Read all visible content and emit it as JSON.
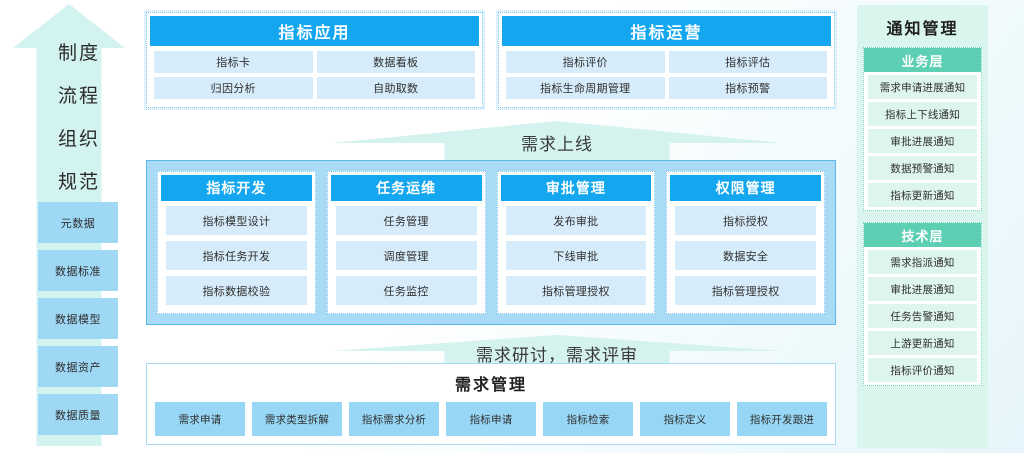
{
  "governance_arrow": {
    "name": "governance-foundation-arrow",
    "pillars": [
      "制度",
      "流程",
      "组织",
      "规范"
    ],
    "asset_boxes": [
      "元数据",
      "数据标准",
      "数据模型",
      "数据资产",
      "数据质量"
    ]
  },
  "top_cards": [
    {
      "title": "指标应用",
      "tiles": [
        "指标卡",
        "数据看板",
        "归因分析",
        "自助取数"
      ]
    },
    {
      "title": "指标运营",
      "tiles": [
        "指标评价",
        "指标评估",
        "指标生命周期管理",
        "指标预警"
      ]
    }
  ],
  "bands": {
    "requirement_online": "需求上线",
    "requirement_review": "需求研讨，需求评审"
  },
  "capability_cards": [
    {
      "title": "指标开发",
      "items": [
        "指标模型设计",
        "指标任务开发",
        "指标数据校验"
      ]
    },
    {
      "title": "任务运维",
      "items": [
        "任务管理",
        "调度管理",
        "任务监控"
      ]
    },
    {
      "title": "审批管理",
      "items": [
        "发布审批",
        "下线审批",
        "指标管理授权"
      ]
    },
    {
      "title": "权限管理",
      "items": [
        "指标授权",
        "数据安全",
        "指标管理授权"
      ]
    }
  ],
  "requirement_panel": {
    "title": "需求管理",
    "tiles": [
      "需求申请",
      "需求类型拆解",
      "指标需求分析",
      "指标申请",
      "指标检索",
      "指标定义",
      "指标开发跟进"
    ]
  },
  "notification_panel": {
    "title": "通知管理",
    "groups": [
      {
        "title": "业务层",
        "items": [
          "需求申请进展通知",
          "指标上下线通知",
          "审批进展通知",
          "数据预警通知",
          "指标更新通知"
        ]
      },
      {
        "title": "技术层",
        "items": [
          "需求指派通知",
          "审批进展通知",
          "任务告警通知",
          "上游更新通知",
          "指标评价通知"
        ]
      }
    ]
  },
  "colors": {
    "accent_blue": "#14a7f0",
    "panel_blue": "#a9daf6",
    "tile_blue": "#d6ecfb",
    "asset_blue": "#9fd8f5",
    "requirement_tile_blue": "#97d7f5",
    "mint_band": "#d4f2ee",
    "mint_panel": "#d9f5ee",
    "mint_accent": "#5ccfb4"
  }
}
